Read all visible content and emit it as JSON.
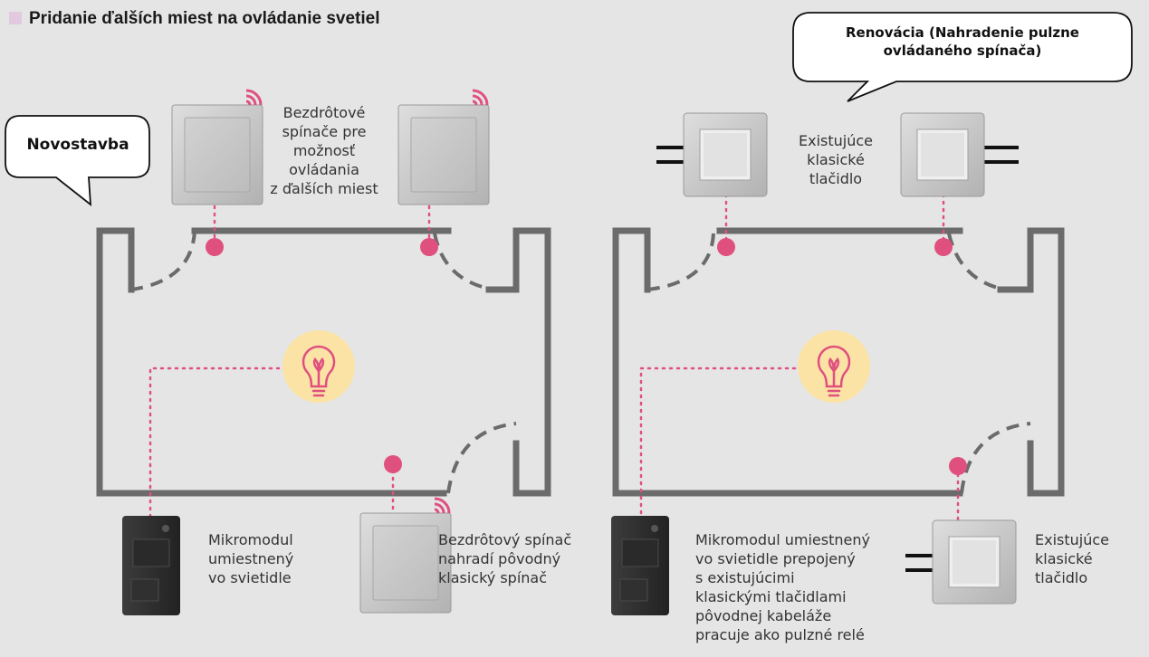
{
  "heading": "Pridanie ďalších miest na ovládanie svetiel",
  "colors": {
    "background": "#e5e5e5",
    "wall": "#6b6b6b",
    "wiring": "#e0507f",
    "bulb_halo": "#fbe3a6"
  },
  "left": {
    "bubble": "Novostavba",
    "wireless_note": [
      "Bezdrôtové",
      "spínače pre",
      "možnosť",
      "ovládania",
      "z ďalších miest"
    ],
    "module_note": [
      "Mikromodul",
      "umiestnený",
      "vo svietidle"
    ],
    "replace_note": [
      "Bezdrôtový spínač",
      "nahradí pôvodný",
      "klasický spínač"
    ]
  },
  "right": {
    "bubble": [
      "Renovácia (Nahradenie pulzne",
      "ovládaného spínača)"
    ],
    "existing_top_note": [
      "Existujúce",
      "klasické",
      "tlačidlo"
    ],
    "module_note": [
      "Mikromodul umiestnený",
      "vo svietidle prepojený",
      "s existujúcimi",
      "klasickými tlačidlami",
      "pôvodnej kabeláže",
      "pracuje ako pulzné relé"
    ],
    "existing_bottom_note": [
      "Existujúce",
      "klasické",
      "tlačidlo"
    ]
  }
}
